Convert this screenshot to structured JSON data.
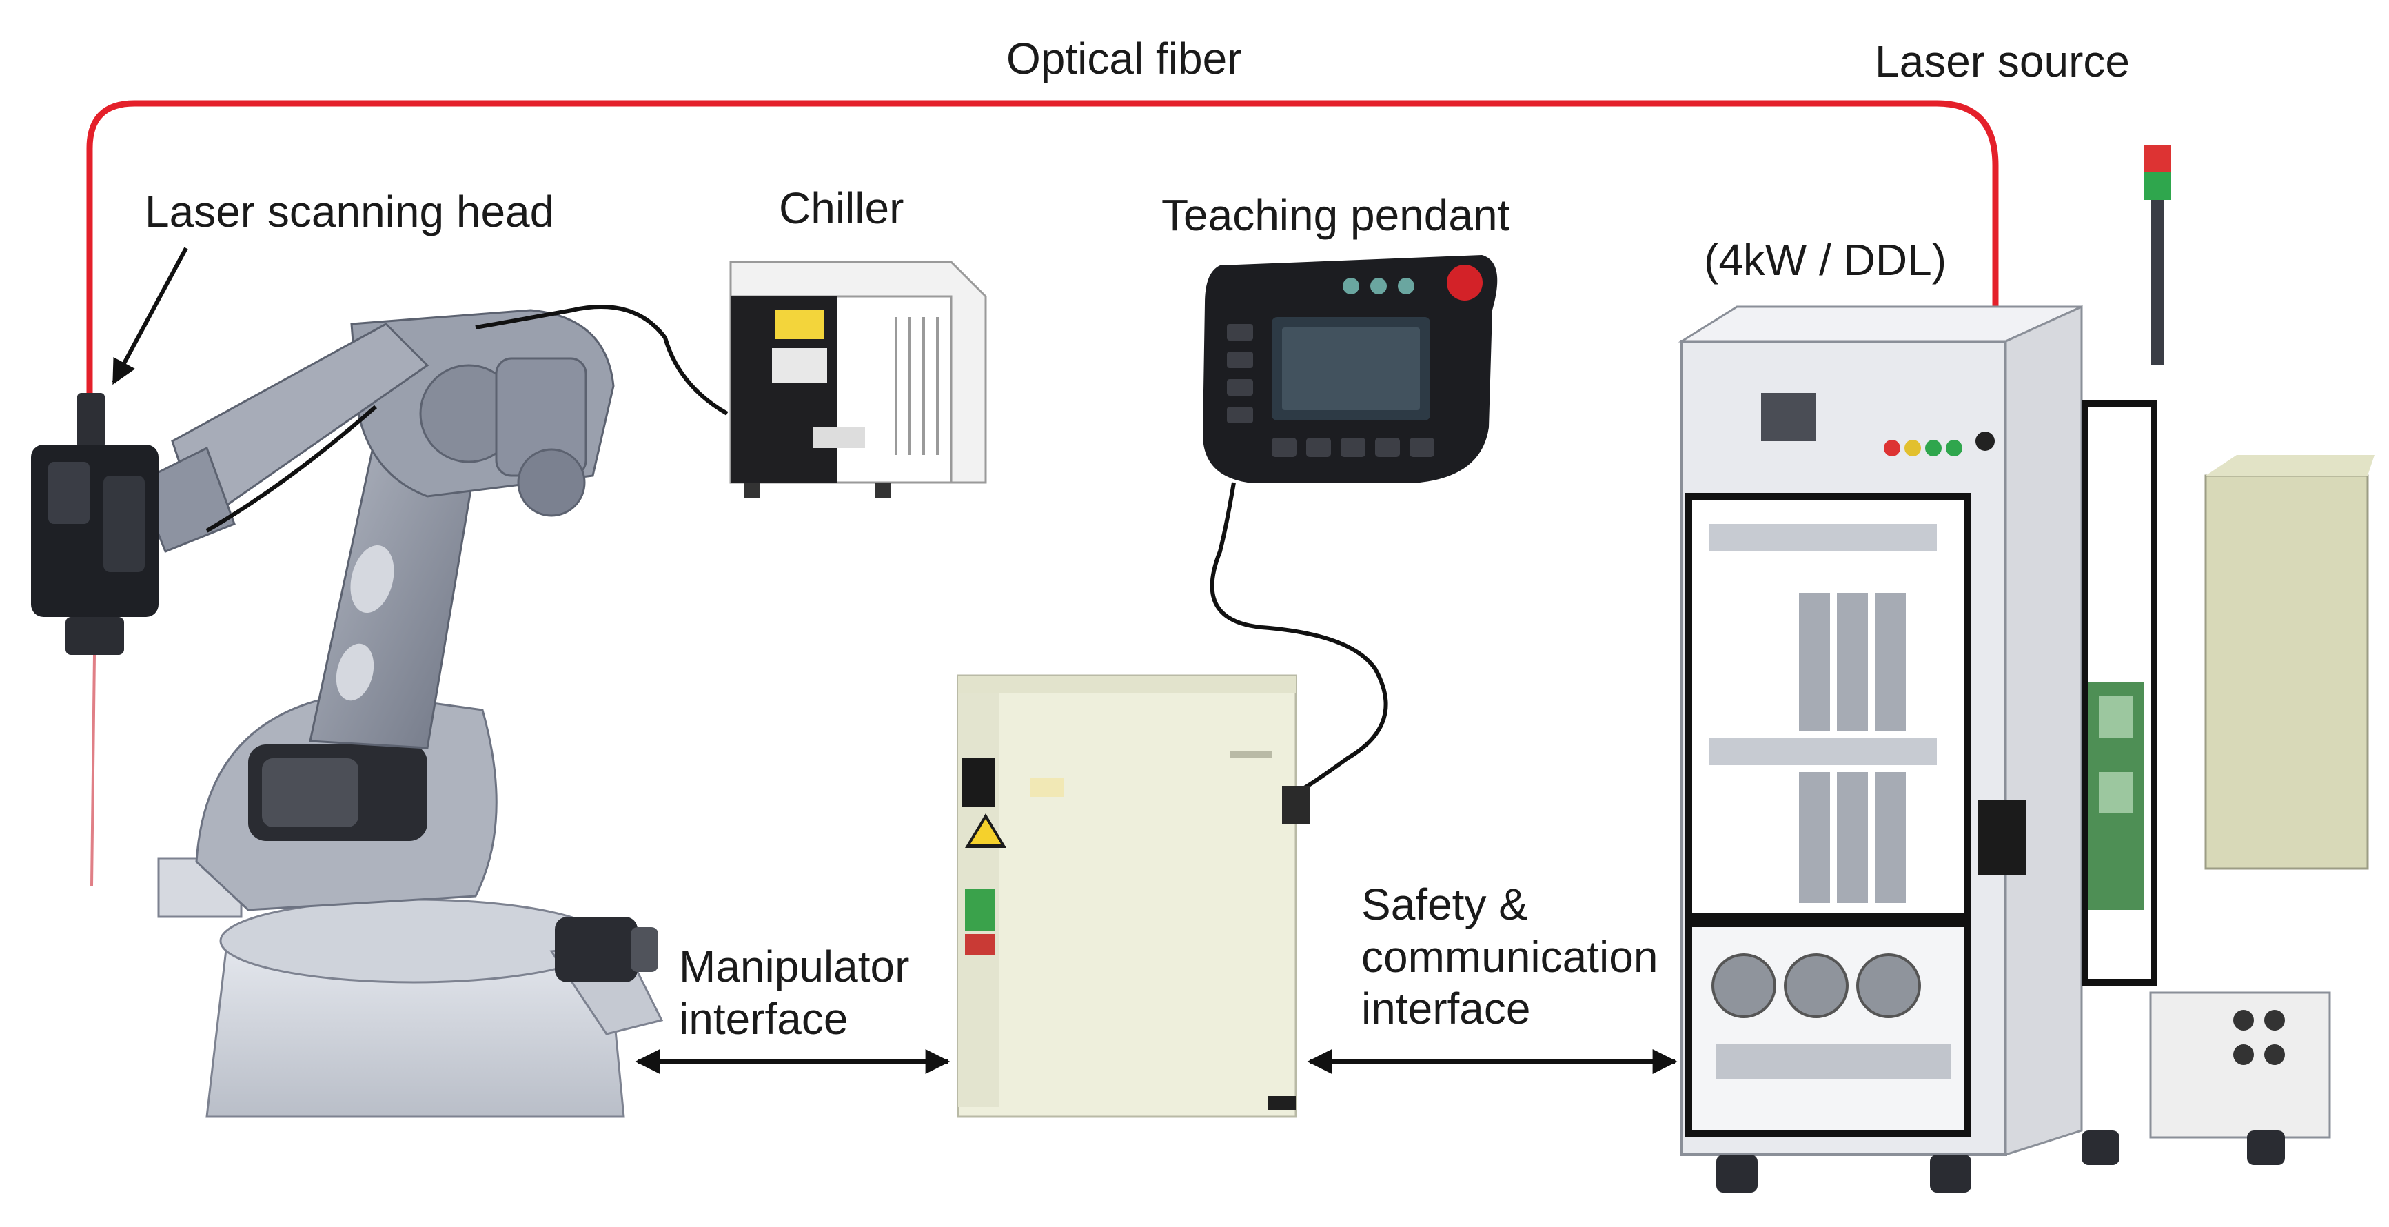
{
  "labels": {
    "optical_fiber": "Optical fiber",
    "laser_source": "Laser source",
    "laser_scanning_head": "Laser scanning head",
    "chiller": "Chiller",
    "teaching_pendant": "Teaching pendant",
    "laser_power": "(4kW / DDL)",
    "manipulator_line1": "Manipulator",
    "manipulator_line2": "interface",
    "safety_line1": "Safety &",
    "safety_line2": "communication",
    "safety_line3": "interface"
  },
  "colors": {
    "fiber": "#e4202a",
    "cable": "#111111",
    "robot_body": "#8f96a6",
    "robot_dark": "#5c6270",
    "controller": "#efefdc",
    "laser_frame": "#e9ebee",
    "side_box": "#d8d9b8"
  }
}
